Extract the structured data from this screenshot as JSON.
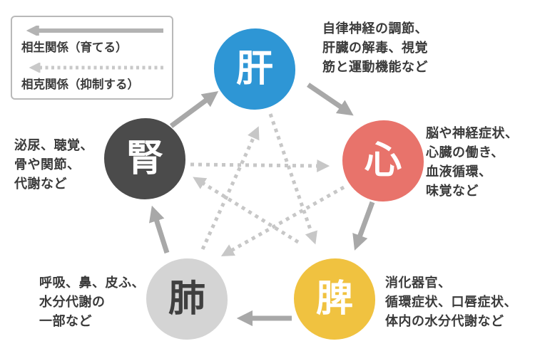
{
  "legend": {
    "generating_label": "相生関係（育てる）",
    "controlling_label": "相克関係（抑制する）"
  },
  "organs": [
    {
      "id": "liver",
      "char": "肝",
      "circle_color": "#2e96d5",
      "char_color": "#ffffff",
      "desc_lines": [
        "自律神経の調節、",
        "肝臓の解毒、視覚",
        "筋と運動機能など"
      ]
    },
    {
      "id": "heart",
      "char": "心",
      "circle_color": "#e8736b",
      "char_color": "#ffffff",
      "desc_lines": [
        "脳や神経症状、",
        "心臓の働き、",
        "血液循環、",
        "味覚など"
      ]
    },
    {
      "id": "spleen",
      "char": "脾",
      "circle_color": "#f0c240",
      "char_color": "#ffffff",
      "desc_lines": [
        "消化器官、",
        "循環症状、口唇症状、",
        "体内の水分代謝など"
      ]
    },
    {
      "id": "lung",
      "char": "肺",
      "circle_color": "#d4d4d4",
      "char_color": "#3f3f3f",
      "desc_lines": [
        "呼吸、鼻、皮ふ、",
        "水分代謝の",
        "一部など"
      ]
    },
    {
      "id": "kidney",
      "char": "腎",
      "circle_color": "#4b4b4b",
      "char_color": "#ffffff",
      "desc_lines": [
        "泌尿、聴覚、",
        "骨や関節、",
        "代謝など"
      ]
    }
  ],
  "relations": {
    "generating_cycle": [
      "腎→肝",
      "肝→心",
      "心→脾",
      "脾→肺",
      "肺→腎"
    ],
    "controlling_cycle": [
      "肝→脾",
      "心→肺",
      "脾→腎",
      "肺→肝",
      "腎→心"
    ]
  },
  "colors": {
    "solid_arrow": "#a8a8a8",
    "dotted_arrow": "#c7c7c7",
    "legend_solid_arrow": "#b3b3b3",
    "legend_dotted_arrow": "#c9c9c9",
    "legend_border": "#b9b9b9",
    "text": "#3a3a3a",
    "background": "#ffffff"
  }
}
